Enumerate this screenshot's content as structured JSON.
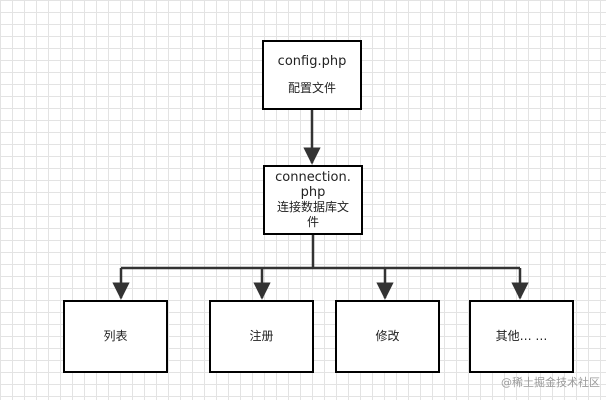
{
  "nodes": {
    "config": {
      "title": "config.php",
      "subtitle": "配置文件"
    },
    "connection": {
      "title_line1": "connection.",
      "title_line2": "php",
      "subtitle_line1": "连接数据库文",
      "subtitle_line2": "件"
    },
    "children": [
      {
        "label": "列表"
      },
      {
        "label": "注册"
      },
      {
        "label": "修改"
      },
      {
        "label": "其他… …"
      }
    ]
  },
  "edges": [
    {
      "from": "config.php",
      "to": "connection.php"
    },
    {
      "from": "connection.php",
      "to": "列表"
    },
    {
      "from": "connection.php",
      "to": "注册"
    },
    {
      "from": "connection.php",
      "to": "修改"
    },
    {
      "from": "connection.php",
      "to": "其他… …"
    }
  ],
  "watermark": "@稀土掘金技术社区",
  "colors": {
    "line": "#333333",
    "border": "#000000",
    "grid": "#e3e3e3",
    "background": "#ffffff"
  }
}
